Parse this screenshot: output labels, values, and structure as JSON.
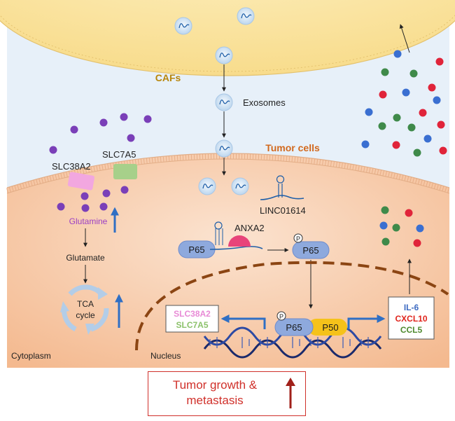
{
  "labels": {
    "cafs": "CAFs",
    "exosomes": "Exosomes",
    "tumor_cells": "Tumor cells",
    "slc38a2": "SLC38A2",
    "slc7a5": "SLC7A5",
    "glutamine": "Glutamine",
    "glutamate": "Glutamate",
    "tca_line1": "TCA",
    "tca_line2": "cycle",
    "cytoplasm": "Cytoplasm",
    "nucleus": "Nucleus",
    "linc": "LINC01614",
    "anxa2": "ANXA2",
    "p65": "P65",
    "p65_phos": "P65",
    "p65_nuc": "P65",
    "p50": "P50",
    "phospho": "P"
  },
  "target_genes": {
    "slc38a2": "SLC38A2",
    "slc7a5": "SLC7A5"
  },
  "cytokines": {
    "il6": "IL-6",
    "cxcl10": "CXCL10",
    "ccl5": "CCL5"
  },
  "result": {
    "line1": "Tumor growth &",
    "line2": "metastasis"
  },
  "colors": {
    "caf_cell": "#fbe7a6",
    "tumor_cell": "#f7c9a8",
    "outer_bg": "#e4eef8",
    "cafs_label": "#b8860b",
    "tumor_label": "#d2691e",
    "glutamine_label": "#9b3fc4",
    "slc38a2": "#f2a7e0",
    "slc7a5": "#a7d08a",
    "slc38a2_text": "#e88ad6",
    "slc7a5_text": "#8cc26b",
    "p65": "#8ea9dd",
    "p50": "#f5c21a",
    "anxa2": "#e8447a",
    "nucleus_border": "#8b4513",
    "arrow_blue": "#2f6fc4",
    "il6": "#3d6bc2",
    "cxcl10": "#e0241c",
    "ccl5": "#4e8a2e",
    "result_red": "#d0302a",
    "dot_blue": "#3a6fd1",
    "dot_green": "#3f8a4a",
    "dot_red": "#e0243a",
    "dot_purple": "#7a3fb8"
  }
}
